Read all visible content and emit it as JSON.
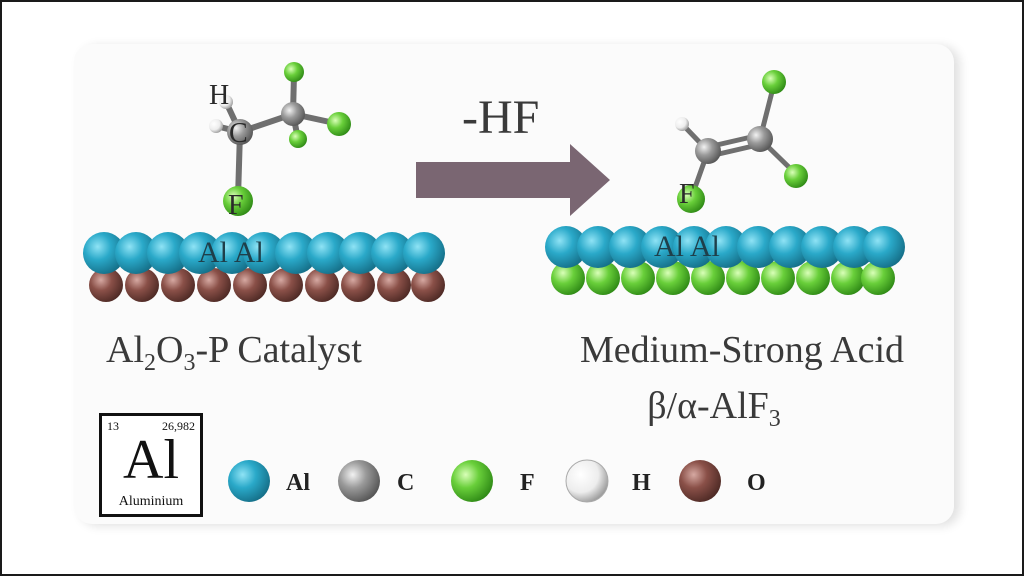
{
  "reaction": {
    "reagent_label": "-HF"
  },
  "left": {
    "atom_H": "H",
    "atom_C": "C",
    "atom_F": "F",
    "surface_label": "Al Al",
    "caption_main": "Al",
    "caption_sub1": "2",
    "caption_mid": "O",
    "caption_sub2": "3",
    "caption_tail": "-P Catalyst"
  },
  "right": {
    "atom_F": "F",
    "surface_label": "Al Al",
    "caption_line1": "Medium-Strong Acid",
    "caption_line2_main": "β/α-AlF",
    "caption_line2_sub": "3"
  },
  "element_card": {
    "number": "13",
    "mass": "26,982",
    "symbol": "Al",
    "name": "Aluminium"
  },
  "legend": [
    {
      "symbol": "Al",
      "color": "#2aa9c9"
    },
    {
      "symbol": "C",
      "color": "#9a9a9a"
    },
    {
      "symbol": "F",
      "color": "#55cc33"
    },
    {
      "symbol": "H",
      "color": "#f2f2f2"
    },
    {
      "symbol": "O",
      "color": "#8a5048"
    }
  ],
  "colors": {
    "Al": "#2aa9c9",
    "C": "#9a9a9a",
    "F": "#69cf3a",
    "H": "#ededed",
    "O": "#8a5048",
    "arrow": "#7a6672"
  }
}
